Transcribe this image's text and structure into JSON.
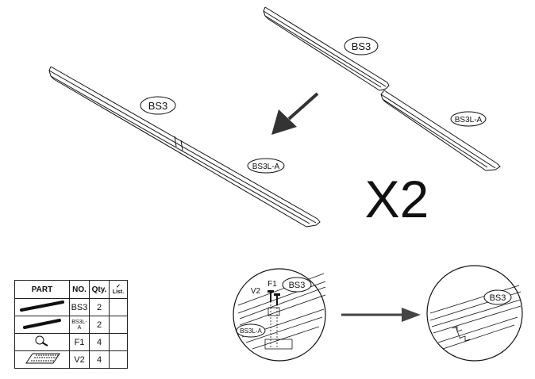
{
  "labels": {
    "top_bs3": "BS3",
    "top_bs3la": "BS3L-A",
    "left_bs3": "BS3",
    "left_bs3la": "BS3L-A",
    "multiplier": "X2",
    "detail_v2": "V2",
    "detail_f1": "F1",
    "detail_bs3": "BS3",
    "detail_bs3la": "BS3L-A",
    "result_bs3": "BS3"
  },
  "table": {
    "headers": {
      "part": "PART",
      "no": "NO.",
      "qty": "Qty.",
      "list_check": "✓",
      "list": "List."
    },
    "rows": [
      {
        "icon": "long-beam-icon",
        "no": "BS3",
        "qty": "2"
      },
      {
        "icon": "short-beam-icon",
        "no": "BS3L-A",
        "qty": "2"
      },
      {
        "icon": "screw-icon",
        "no": "F1",
        "qty": "4"
      },
      {
        "icon": "nut-plate-icon",
        "no": "V2",
        "qty": "4"
      }
    ]
  }
}
